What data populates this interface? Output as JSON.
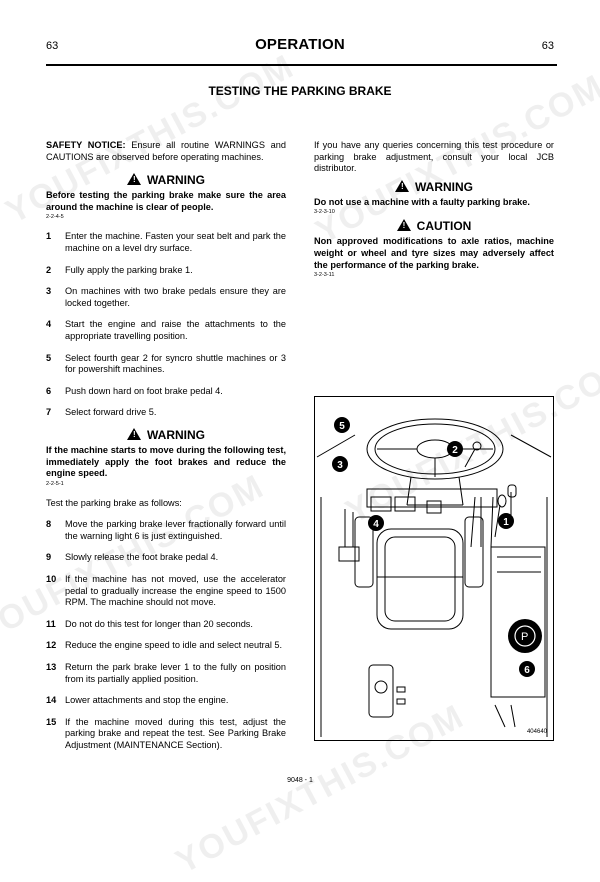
{
  "header": {
    "page_left": "63",
    "page_right": "63",
    "section": "OPERATION"
  },
  "title": "TESTING THE PARKING BRAKE",
  "safety_notice": {
    "label": "SAFETY NOTICE:",
    "text": " Ensure all routine WARNINGS and CAUTIONS are observed before operating machines."
  },
  "warning1": {
    "heading": "WARNING",
    "text": "Before testing the parking brake make sure the area around the machine is clear of people.",
    "code": "2-2-4-5"
  },
  "steps_a": [
    {
      "num": "1",
      "text": "Enter the machine. Fasten your seat belt and park the machine on a level dry surface."
    },
    {
      "num": "2",
      "text": "Fully apply the parking brake 1."
    },
    {
      "num": "3",
      "text": "On machines with two brake pedals ensure they are locked together."
    },
    {
      "num": "4",
      "text": "Start the engine and raise the attachments to the appropriate travelling position."
    },
    {
      "num": "5",
      "text": "Select fourth gear 2 for syncro shuttle machines or 3 for powershift machines."
    },
    {
      "num": "6",
      "text": "Push down hard on foot brake pedal 4."
    },
    {
      "num": "7",
      "text": "Select forward drive 5."
    }
  ],
  "warning2": {
    "heading": "WARNING",
    "text": "If the machine starts to move during the following test, immediately apply the foot brakes and reduce the engine speed.",
    "code": "2-2-5-1"
  },
  "test_intro": "Test the parking brake as follows:",
  "steps_b": [
    {
      "num": "8",
      "text": "Move the parking brake lever fractionally forward until the warning light 6 is just extinguished."
    },
    {
      "num": "9",
      "text": "Slowly release the foot brake pedal 4."
    },
    {
      "num": "10",
      "text": "If the machine has not moved, use the accelerator pedal to gradually increase the engine speed to 1500 RPM. The machine should not move."
    },
    {
      "num": "11",
      "text": "Do not do this test for longer than 20 seconds."
    },
    {
      "num": "12",
      "text": "Reduce the engine speed to idle and select neutral 5."
    },
    {
      "num": "13",
      "text": "Return the park brake lever 1 to the fully on position from its partially applied position."
    },
    {
      "num": "14",
      "text": "Lower attachments and stop the engine."
    },
    {
      "num": "15",
      "text": "If the machine moved during this test, adjust the parking brake and repeat the test. See Parking Brake Adjustment (MAINTENANCE Section)."
    }
  ],
  "queries": "If you have any queries concerning this test procedure or parking brake adjustment, consult your local JCB distributor.",
  "warning3": {
    "heading": "WARNING",
    "text": "Do not use a machine with a faulty parking brake.",
    "code": "3-2-3-10"
  },
  "caution": {
    "heading": "CAUTION",
    "text": "Non approved modifications to axle ratios, machine weight or wheel and tyre sizes may adversely affect the performance of the parking brake.",
    "code": "3-2-3-11"
  },
  "figure": {
    "callouts": [
      "5",
      "3",
      "2",
      "4",
      "1",
      "6"
    ],
    "fig_number": "404640"
  },
  "footer": "9048 - 1",
  "watermark": "YOUFIXTHIS.COM"
}
